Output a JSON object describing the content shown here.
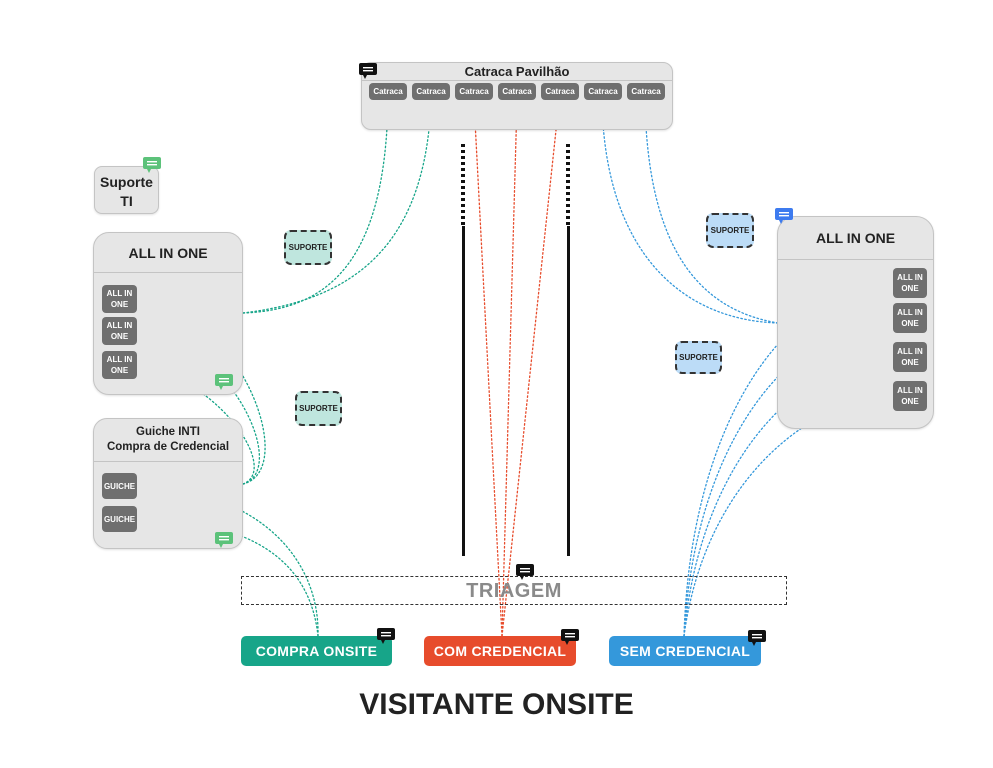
{
  "main_title": "VISITANTE ONSITE",
  "catraca": {
    "title": "Catraca Pavilhão",
    "gate_label": "Catraca"
  },
  "suporte_ti": {
    "line1": "Suporte",
    "line2": "TI"
  },
  "all_in_one_left": {
    "title": "ALL IN ONE",
    "chip_line1": "ALL IN",
    "chip_line2": "ONE"
  },
  "guiche": {
    "title_line1": "Guiche INTI",
    "title_line2": "Compra de Credencial",
    "chip_label": "GUICHE"
  },
  "all_in_one_right": {
    "title": "ALL IN ONE",
    "chip_line1": "ALL IN",
    "chip_line2": "ONE"
  },
  "support_tag": "SUPORTE",
  "triagem": "TRIAGEM",
  "entries": {
    "compra": "COMPRA ONSITE",
    "com": "COM CREDENCIAL",
    "sem": "SEM CREDENCIAL"
  },
  "colors": {
    "teal": "#17a589",
    "red": "#e74c2c",
    "blue": "#3498db",
    "note_green": "#5cc27a",
    "note_blue": "#3d7bef",
    "note_black": "#111111"
  }
}
